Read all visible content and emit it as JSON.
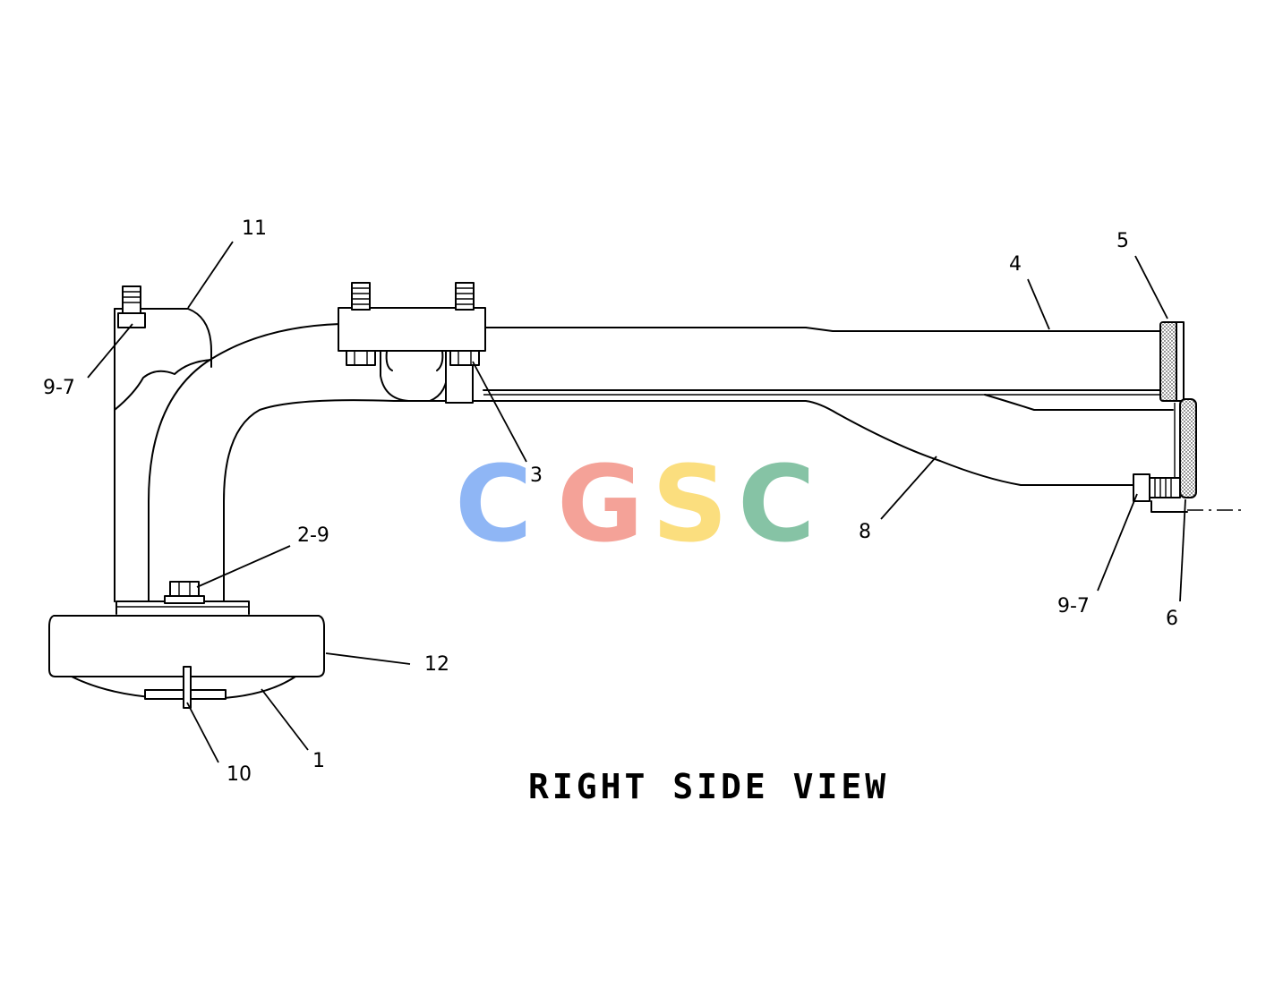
{
  "view_title": "RIGHT SIDE VIEW",
  "watermark": {
    "letters": [
      "C",
      "G",
      "S",
      "C"
    ],
    "colors": [
      "#8fb6f5",
      "#f4a298",
      "#fbde7e",
      "#86c3a5"
    ]
  },
  "callouts": {
    "c11": "11",
    "c9_7_left": "9-7",
    "c4": "4",
    "c5": "5",
    "c3": "3",
    "c8": "8",
    "c2_9": "2-9",
    "c9_7_right": "9-7",
    "c6": "6",
    "c12": "12",
    "c10": "10",
    "c1": "1"
  }
}
